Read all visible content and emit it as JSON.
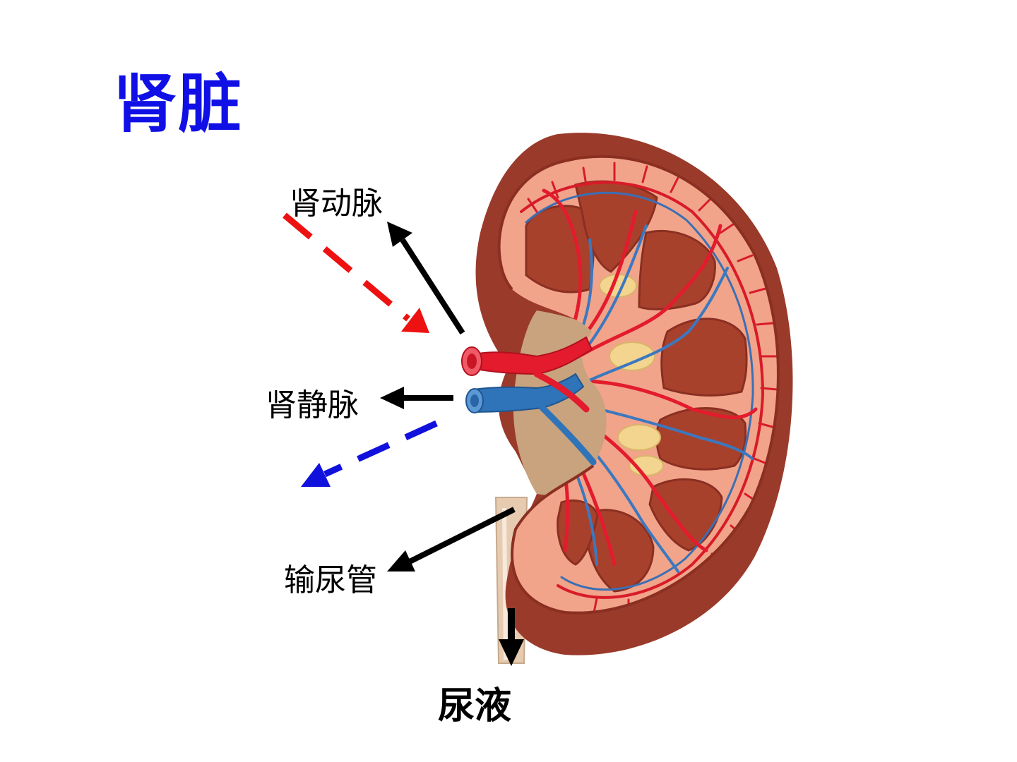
{
  "title": "肾脏",
  "labels": {
    "renal_artery": "肾动脉",
    "renal_vein": "肾静脉",
    "ureter": "输尿管",
    "urine": "尿液"
  },
  "colors": {
    "title": "#1010e6",
    "artery_flow": "#ee1111",
    "vein_flow": "#1111dd",
    "pointer": "#000000",
    "kidney_capsule": "#9a3a2a",
    "kidney_cortex": "#f1a48a",
    "kidney_pyramid": "#a8412c",
    "artery": "#e31b2d",
    "vein": "#2f73b8",
    "pelvis": "#c9a27e",
    "fat": "#f3d58f"
  },
  "icons": {
    "artery_flow": "dashed-arrow-inward",
    "vein_flow": "dashed-arrow-outward",
    "pointers": "solid-black-arrow"
  }
}
